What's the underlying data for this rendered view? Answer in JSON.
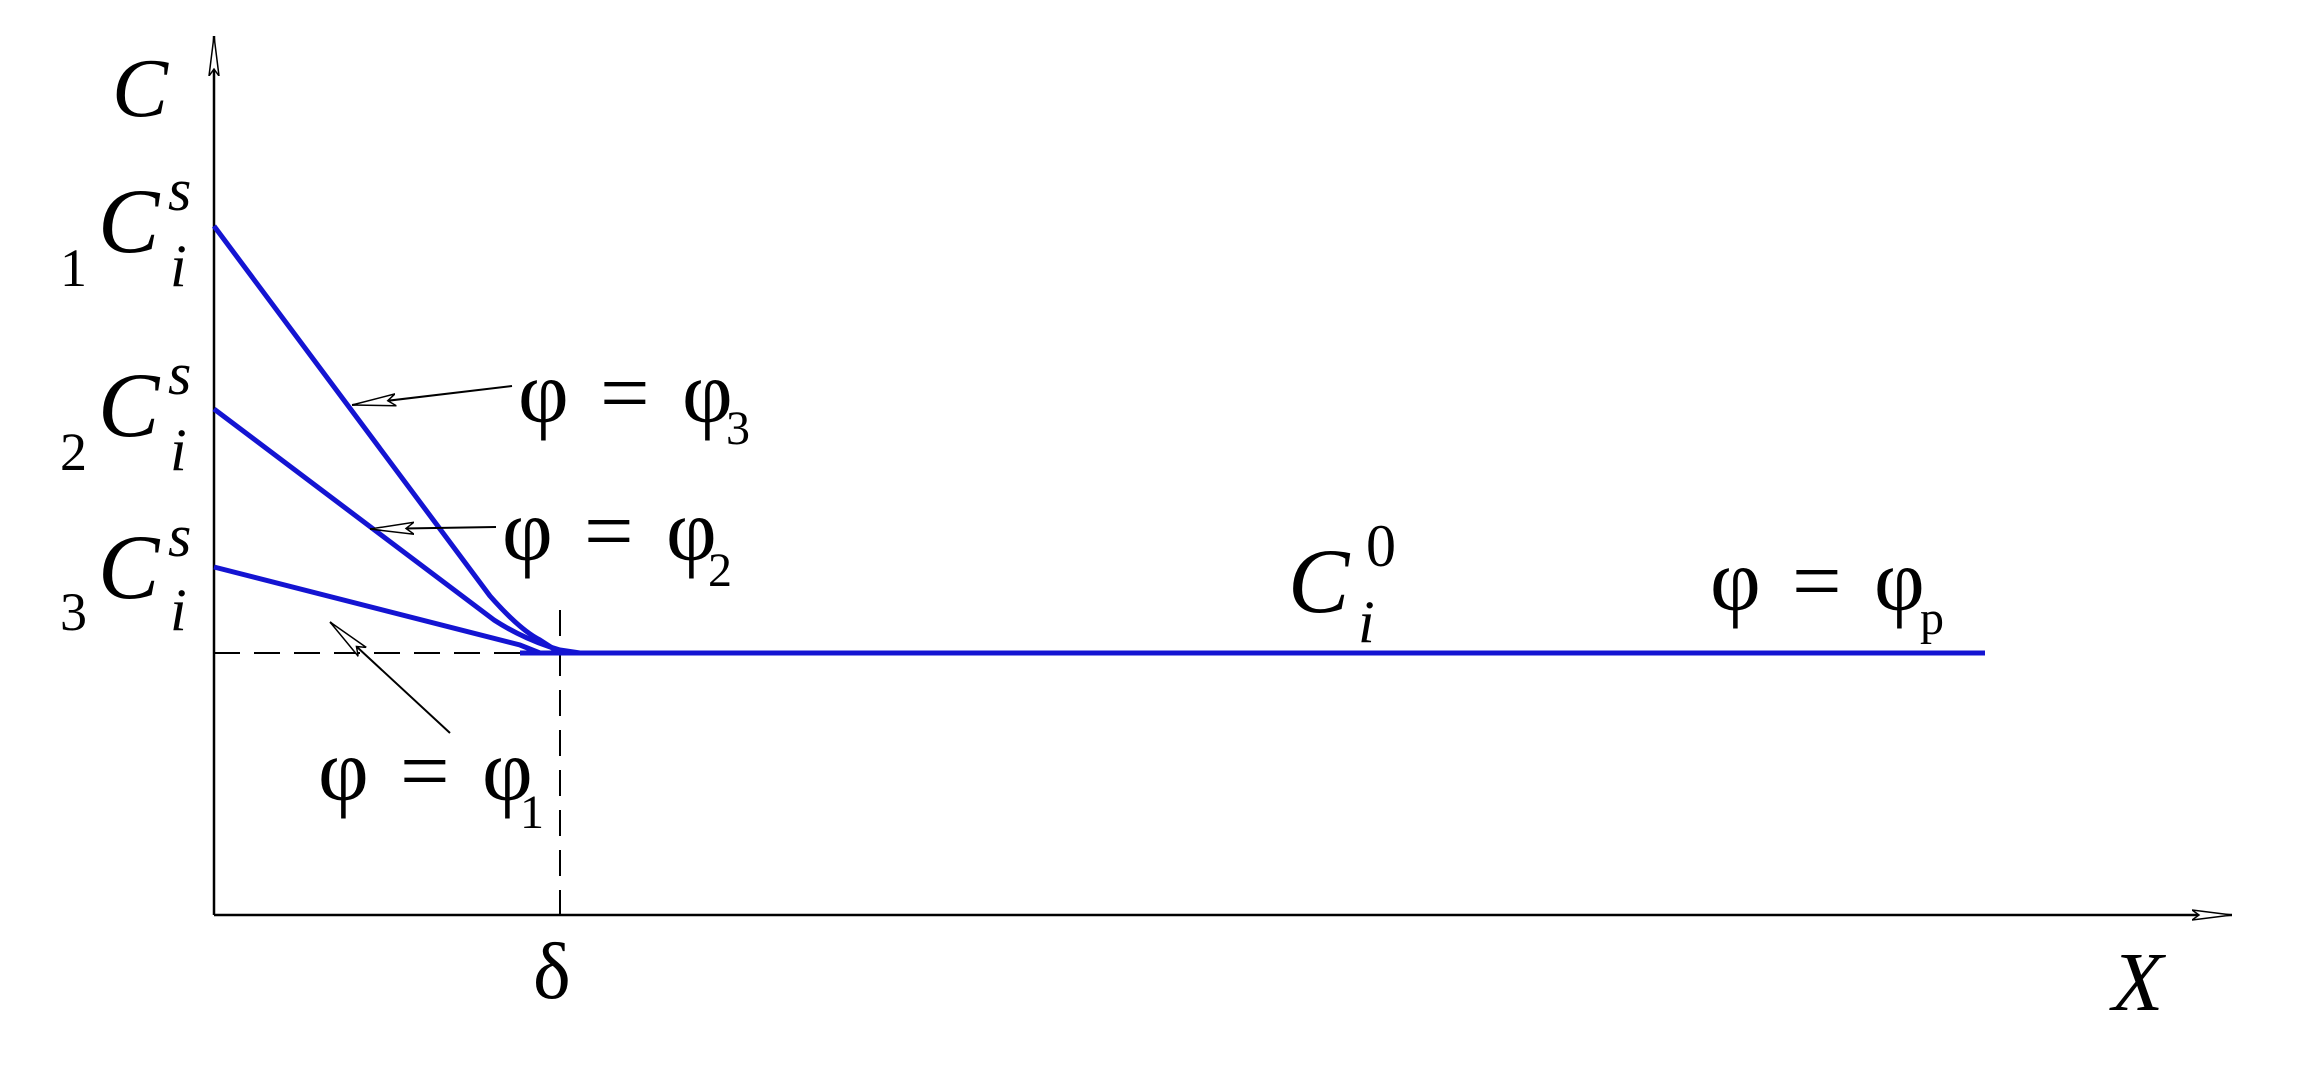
{
  "colors": {
    "curve": "#1414d2",
    "axis": "#000000"
  },
  "axes": {
    "y_label": "C",
    "x_label": "X",
    "delta_label": "δ"
  },
  "levels": [
    {
      "prefix": "1",
      "base": "C",
      "sup": "s",
      "sub": "i"
    },
    {
      "prefix": "2",
      "base": "C",
      "sup": "s",
      "sub": "i"
    },
    {
      "prefix": "3",
      "base": "C",
      "sup": "s",
      "sub": "i"
    }
  ],
  "bulk": {
    "base": "C",
    "sup": "0",
    "sub": "i"
  },
  "potentials": {
    "phi3": {
      "lhs": "φ",
      "eq": "=",
      "rhs": "φ",
      "sub": "3"
    },
    "phi2": {
      "lhs": "φ",
      "eq": "=",
      "rhs": "φ",
      "sub": "2"
    },
    "phi1": {
      "lhs": "φ",
      "eq": "=",
      "rhs": "φ",
      "sub": "1"
    },
    "phip": {
      "lhs": "φ",
      "eq": "=",
      "rhs": "φ",
      "sub": "p"
    }
  }
}
